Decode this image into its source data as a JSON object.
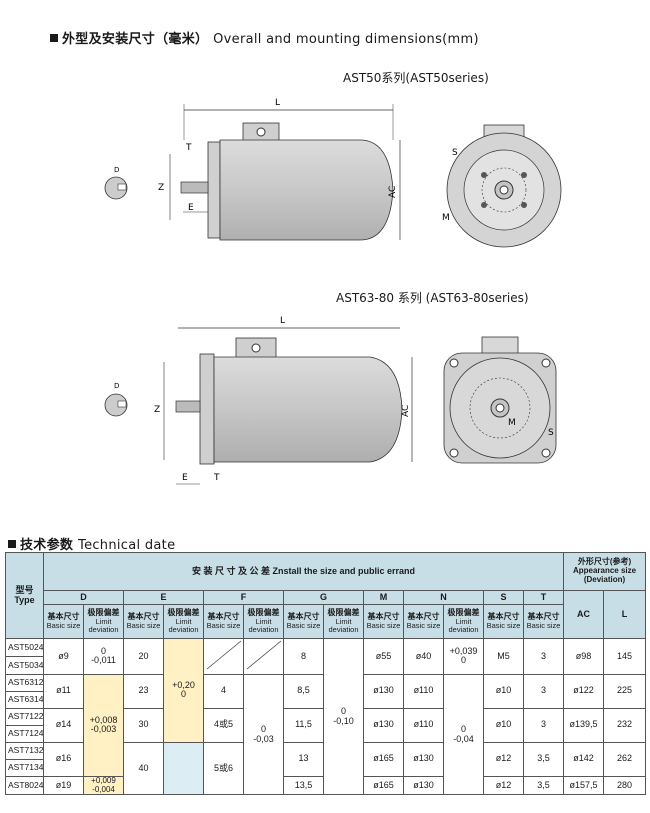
{
  "section1": {
    "title_cn": "外型及安装尺寸（毫米）",
    "title_en": "Overall and mounting dimensions(mm)"
  },
  "series1": {
    "title": "AST50系列(AST50series)"
  },
  "series2": {
    "title": "AST63-80 系列 (AST63-80series)"
  },
  "labels": {
    "L": "L",
    "T": "T",
    "Z": "Z",
    "E": "E",
    "AC": "AC",
    "D": "D",
    "F": "F",
    "S": "S",
    "M": "M",
    "G": "G"
  },
  "section2": {
    "title_cn": "技术参数",
    "title_en": "Technical date"
  },
  "table": {
    "type_header": [
      "型号",
      "Type"
    ],
    "install_header": "安 装 尺 寸 及 公 差  Znstall the size and public errand",
    "appearance_header": [
      "外形尺寸(参考)",
      "Appearance size",
      "(Deviation)"
    ],
    "groups": [
      "D",
      "E",
      "F",
      "G",
      "M",
      "N",
      "S",
      "T"
    ],
    "basic_size": [
      "基本尺寸",
      "Basic size"
    ],
    "limit_dev": [
      "极限偏差",
      "Limit",
      "deviation"
    ],
    "ac": "AC",
    "l": "L",
    "types": [
      "AST5024",
      "AST5034",
      "AST6312",
      "AST6314",
      "AST7122",
      "AST7124",
      "AST7132",
      "AST7134",
      "AST8024"
    ],
    "d_basic": [
      "ø9",
      "ø11",
      "ø14",
      "ø16",
      "ø19"
    ],
    "d_dev": [
      "0",
      "-0,011",
      "+0,008",
      "-0,003",
      "+0,009",
      "-0,004"
    ],
    "e_basic": [
      "20",
      "23",
      "30",
      "40"
    ],
    "e_dev": [
      "+0,20",
      "0"
    ],
    "f_basic": [
      "4",
      "4或5",
      "5或6"
    ],
    "f_dev": [
      "0",
      "-0,03"
    ],
    "g_basic": [
      "8",
      "8,5",
      "11,5",
      "13",
      "13,5"
    ],
    "g_dev": [
      "0",
      "-0,10"
    ],
    "m": [
      "ø55",
      "ø130",
      "ø130",
      "ø165",
      "ø165"
    ],
    "n": [
      "ø40",
      "ø110",
      "ø110",
      "ø130",
      "ø130"
    ],
    "n_dev": [
      "+0,039",
      "0",
      "0",
      "-0,04"
    ],
    "s": [
      "M5",
      "ø10",
      "ø10",
      "ø12",
      "ø12"
    ],
    "t": [
      "3",
      "3",
      "3",
      "3,5",
      "3,5"
    ],
    "ac_vals": [
      "ø98",
      "ø122",
      "ø139,5",
      "ø142",
      "ø157,5"
    ],
    "l_vals": [
      "145",
      "225",
      "232",
      "262",
      "280"
    ]
  },
  "colors": {
    "header": "#c8dee6",
    "highlight": "#fff1c4",
    "shade": "#dcedf3"
  }
}
